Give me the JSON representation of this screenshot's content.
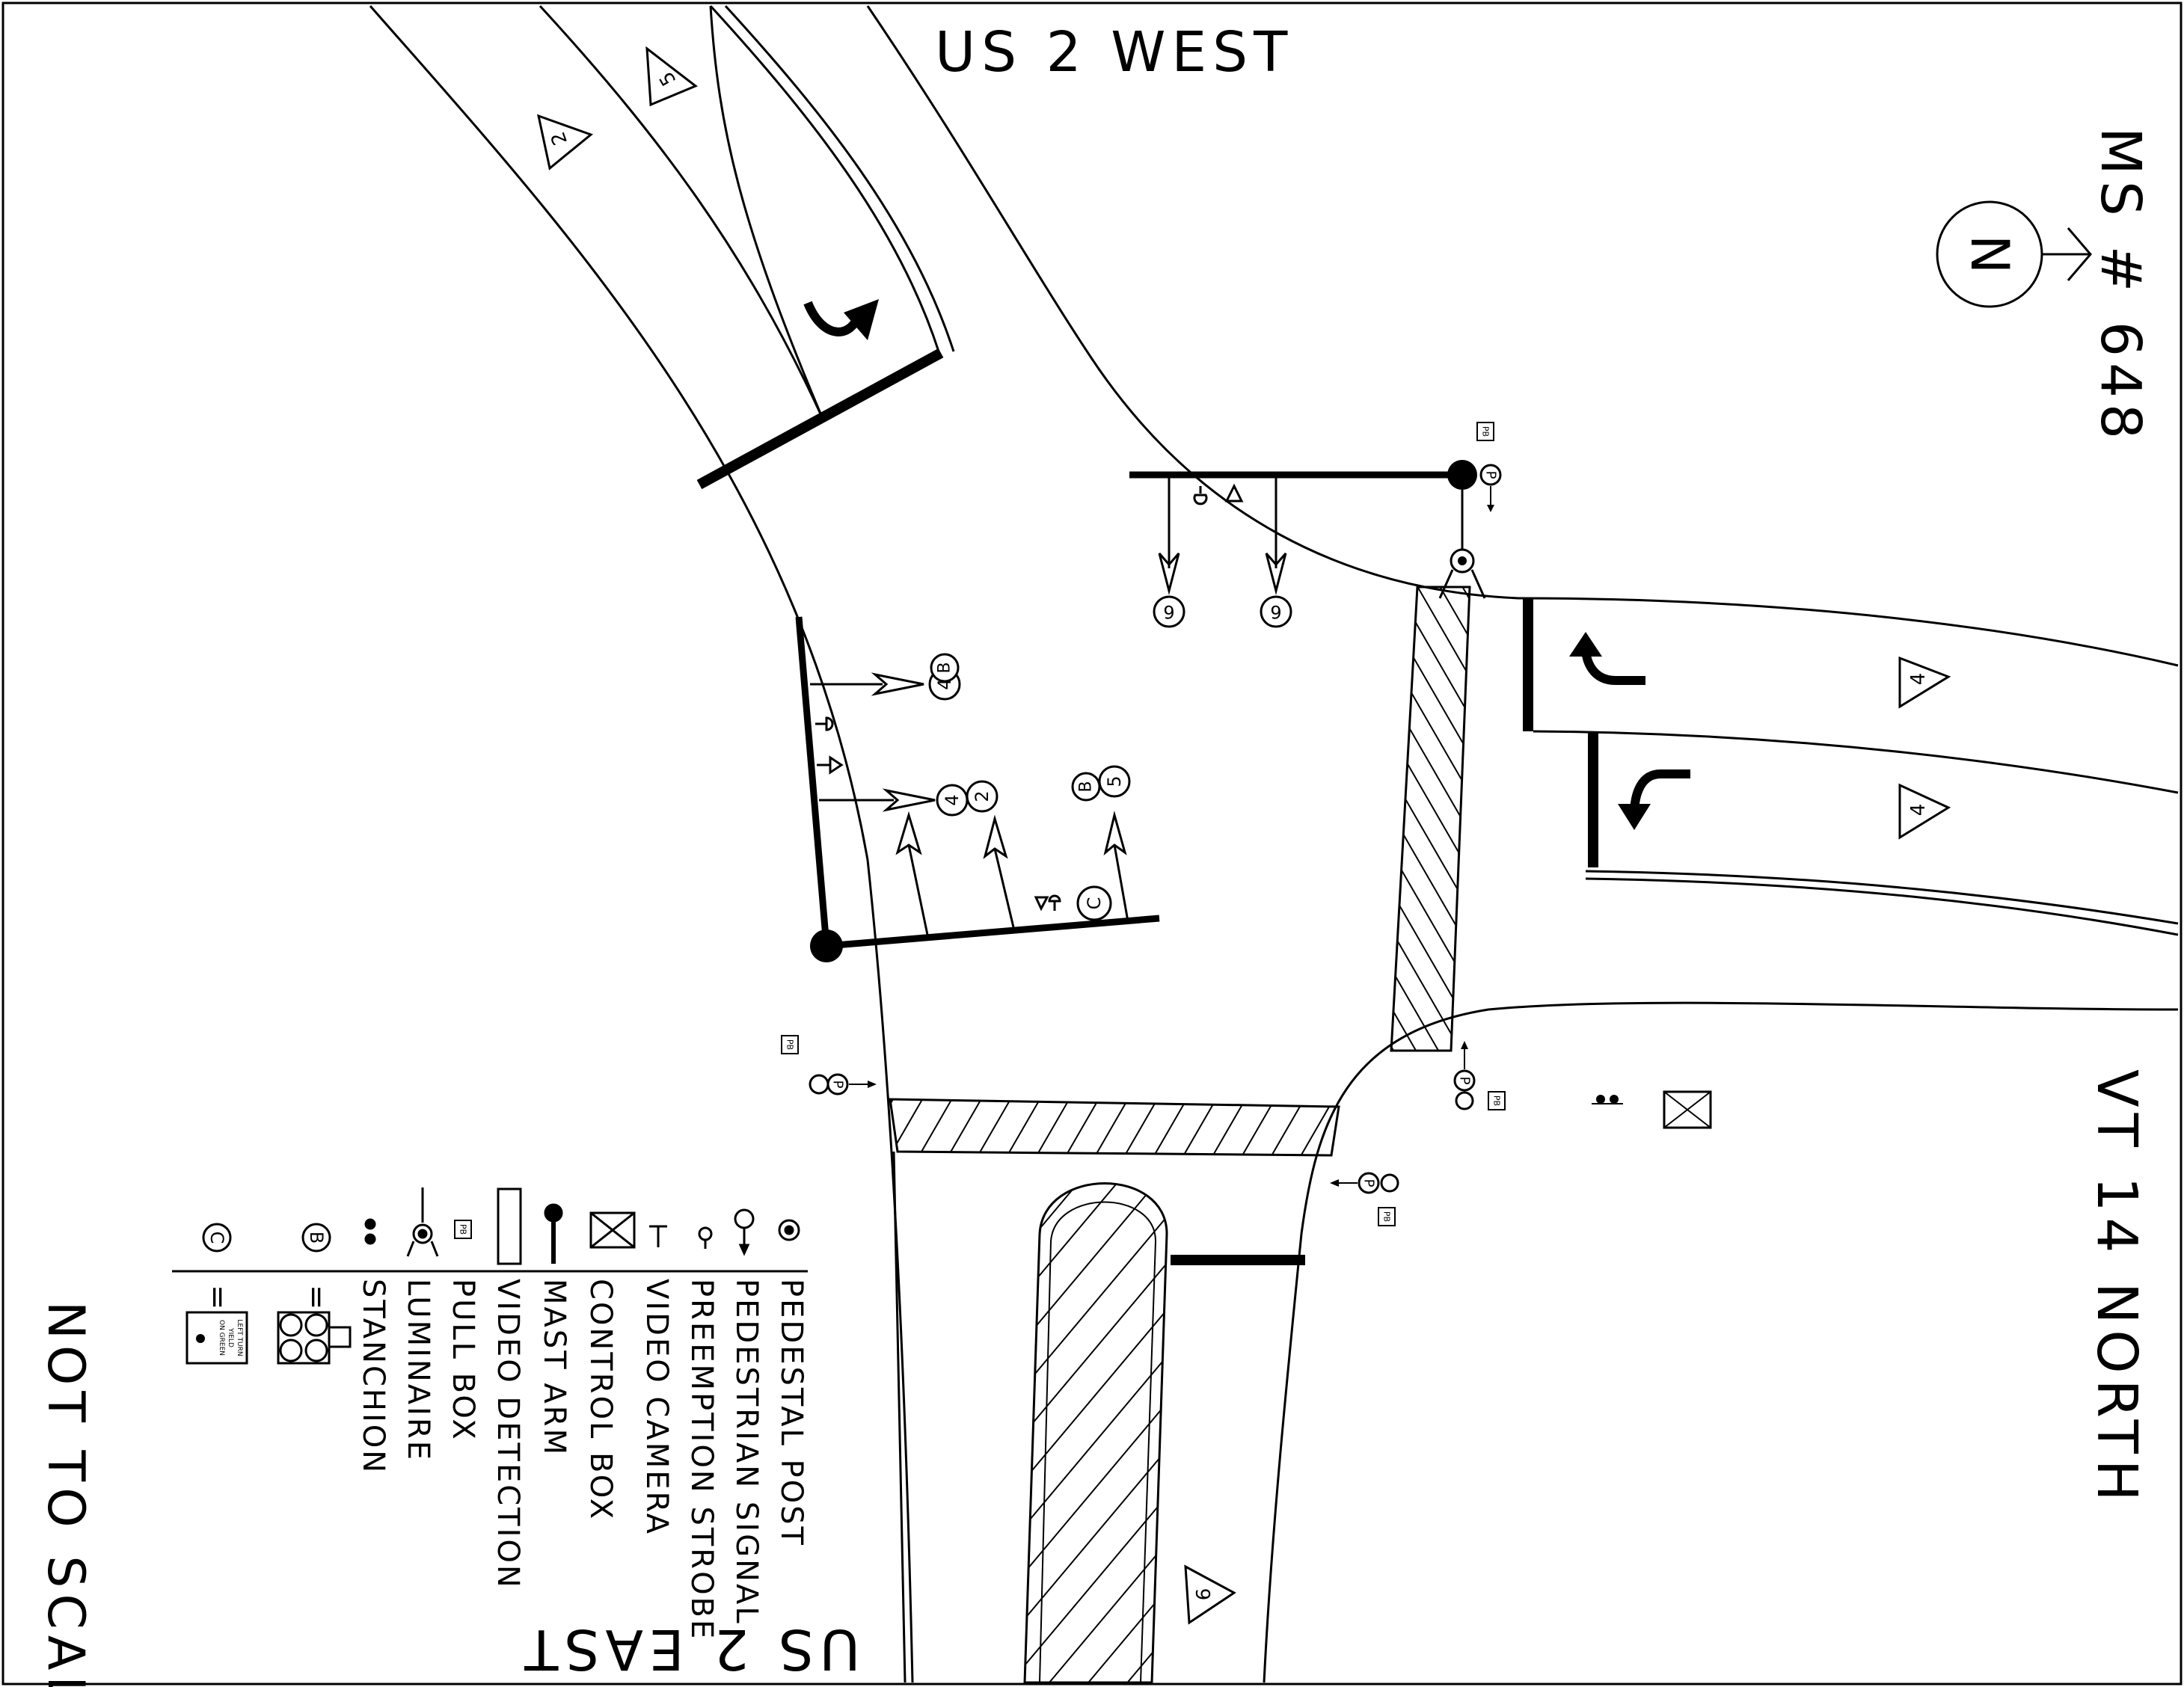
{
  "streets": {
    "top": "US 2 WEST",
    "bottom": "US 2 EAST",
    "right": "VT 14 NORTH"
  },
  "sheet": {
    "ms_number": "MS # 648",
    "north_letter": "N",
    "scale_note": "NOT TO SCALE"
  },
  "phases": {
    "top_lane_a": "5",
    "top_lane_b": "2",
    "right_lane_a": "4",
    "right_lane_b": "4",
    "bottom_lane": "6",
    "head_6a": "6",
    "head_6b": "6",
    "head_4b_num": "4",
    "head_4b_letter": "B",
    "head_4": "4",
    "head_2": "2",
    "head_5b_num": "5",
    "head_5b_letter": "B",
    "head_c": "C"
  },
  "pull_box_tag": "PB",
  "ped_tag": "P",
  "legend": {
    "items": [
      {
        "label": "PEDESTAL POST",
        "icon": "pedestal-post-icon"
      },
      {
        "label": "PEDESTRIAN SIGNAL",
        "icon": "pedestrian-signal-icon"
      },
      {
        "label": "PREEMPTION STROBE",
        "icon": "preemption-strobe-icon"
      },
      {
        "label": "VIDEO CAMERA",
        "icon": "video-camera-icon"
      },
      {
        "label": "CONTROL BOX",
        "icon": "control-box-icon"
      },
      {
        "label": "MAST ARM",
        "icon": "mast-arm-icon"
      },
      {
        "label": "VIDEO DETECTION",
        "icon": "video-detection-icon"
      },
      {
        "label": "PULL BOX",
        "icon": "pull-box-icon"
      },
      {
        "label": "LUMINAIRE",
        "icon": "luminaire-icon"
      },
      {
        "label": "STANCHION",
        "icon": "stanchion-icon"
      }
    ],
    "signal_b_letter": "B",
    "signal_c_letter": "C",
    "equals": "=",
    "sign_line1": "LEFT TURN",
    "sign_line2": "YIELD",
    "sign_line3": "ON GREEN"
  },
  "colors": {
    "ink": "#000000",
    "paper": "#ffffff"
  }
}
